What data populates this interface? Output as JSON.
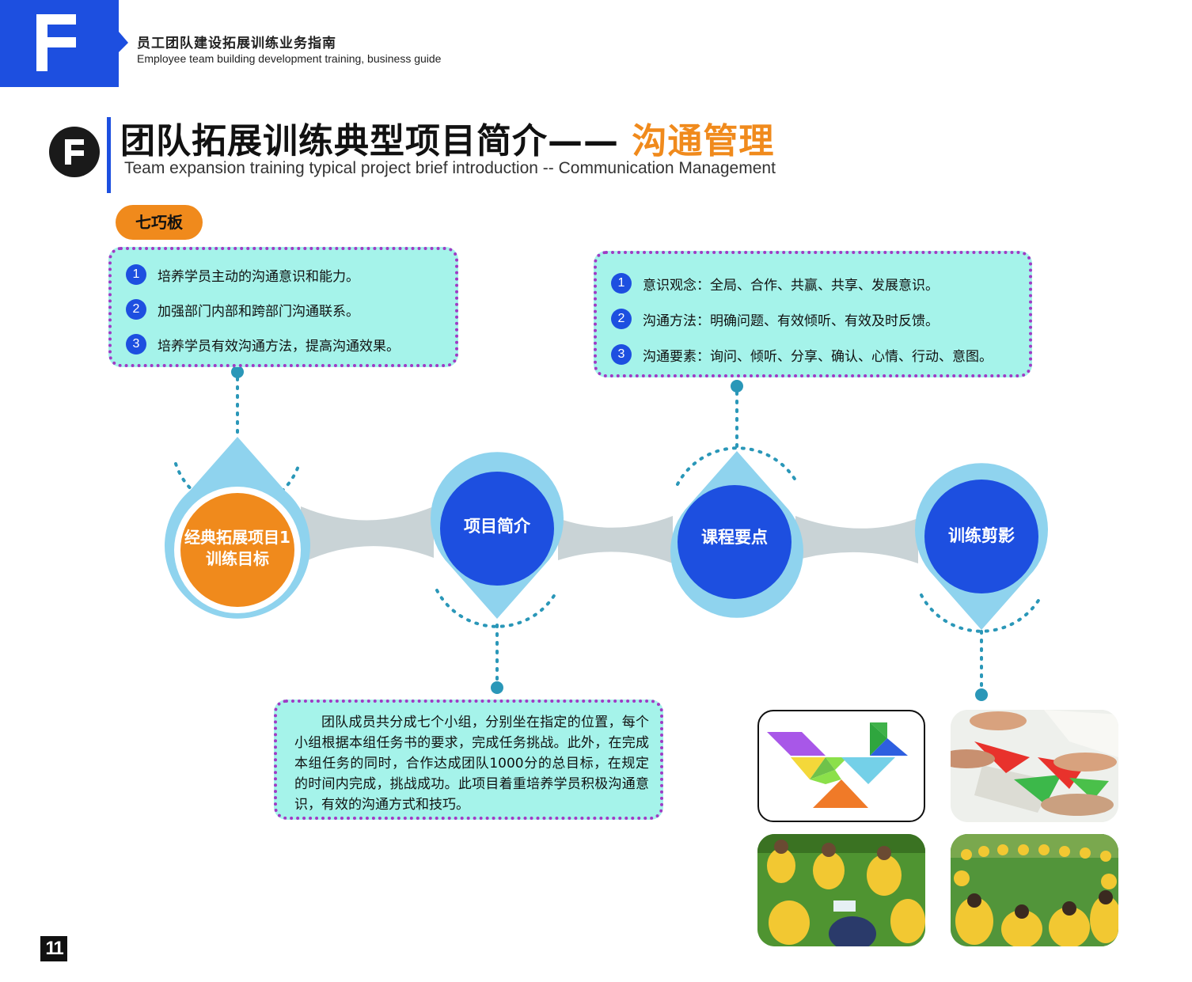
{
  "header": {
    "logo_letter": "F",
    "title_cn": "员工团队建设拓展训练业务指南",
    "title_en": "Employee team building development training, business guide"
  },
  "section": {
    "title_main": "团队拓展训练典型项目简介——",
    "title_accent": "沟通管理",
    "title_en": "Team expansion training typical project brief introduction -- Communication Management",
    "badge_letter": "F"
  },
  "project_tag": "七巧板",
  "goals": [
    {
      "num": "1",
      "text": "培养学员主动的沟通意识和能力。"
    },
    {
      "num": "2",
      "text": "加强部门内部和跨部门沟通联系。"
    },
    {
      "num": "3",
      "text": "培养学员有效沟通方法，提高沟通效果。"
    }
  ],
  "key_points": [
    {
      "num": "1",
      "text": "意识观念：全局、合作、共赢、共享、发展意识。"
    },
    {
      "num": "2",
      "text": "沟通方法：明确问题、有效倾听、有效及时反馈。"
    },
    {
      "num": "3",
      "text": "沟通要素：询问、倾听、分享、确认、心情、行动、意图。"
    }
  ],
  "intro_text": "团队成员共分成七个小组，分别坐在指定的位置，每个小组根据本组任务书的要求，完成任务挑战。此外，在完成本组任务的同时，合作达成团队1000分的总目标，在规定的时间内完成，挑战成功。此项目着重培养学员积极沟通意识，有效的沟通方式和技巧。",
  "nodes": [
    {
      "line1": "经典拓展项目1",
      "line2": "训练目标"
    },
    {
      "line1": "项目简介"
    },
    {
      "line1": "课程要点"
    },
    {
      "line1": "训练剪影"
    }
  ],
  "colors": {
    "blue": "#1d4fe0",
    "light_blue": "#8fd3ee",
    "orange": "#f08a1c",
    "box_fill": "#a5f3ea",
    "box_border": "#a13ac4",
    "connector": "#c9d3d6"
  },
  "page_number": "11"
}
